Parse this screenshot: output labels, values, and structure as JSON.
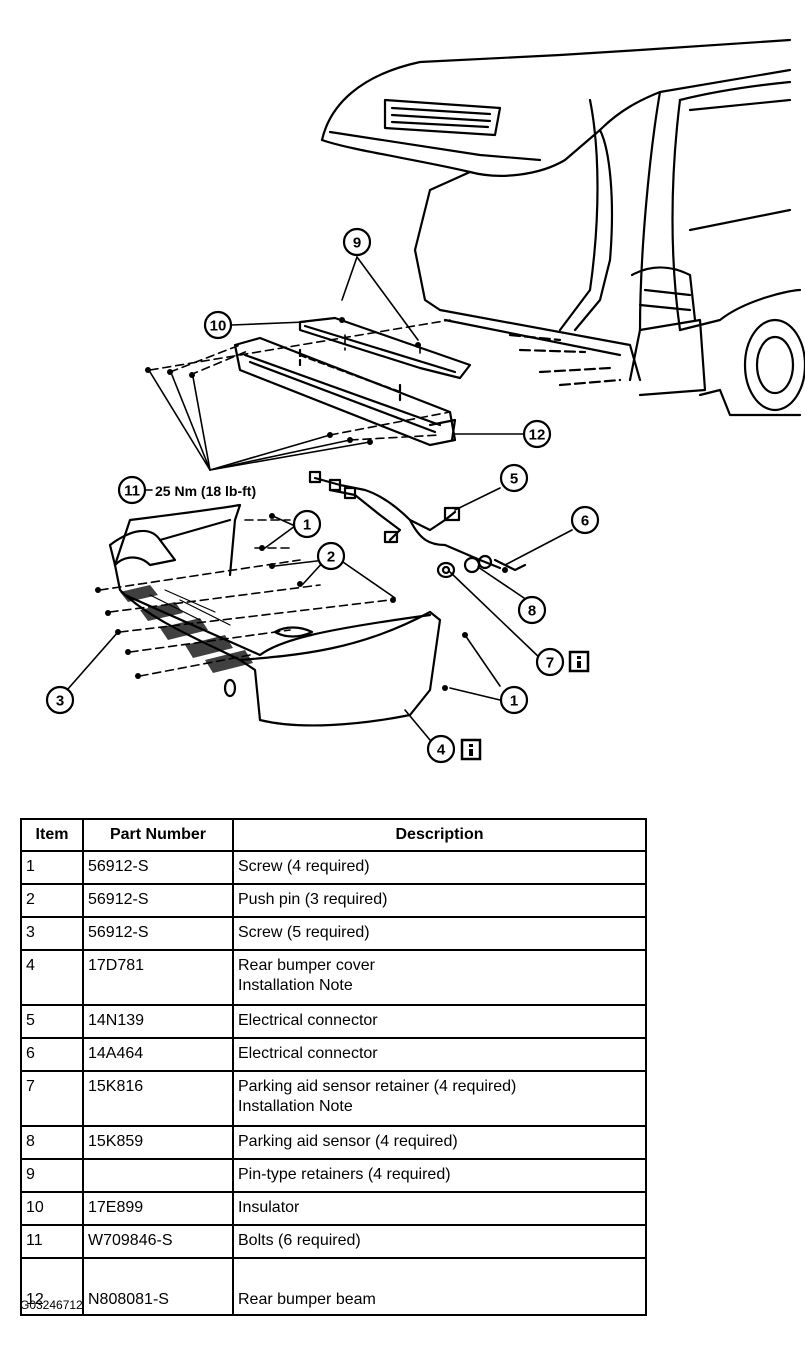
{
  "diagram": {
    "callouts": {
      "c1a": "1",
      "c1b": "1",
      "c2": "2",
      "c3": "3",
      "c4": "4",
      "c5": "5",
      "c6": "6",
      "c7": "7",
      "c8": "8",
      "c9": "9",
      "c10": "10",
      "c11": "11",
      "c12": "12"
    },
    "torque_spec": "25 Nm (18 lb-ft)",
    "info_icon": "info-box-icon"
  },
  "table": {
    "headers": {
      "item": "Item",
      "part_number": "Part Number",
      "description": "Description"
    },
    "rows": [
      {
        "item": "1",
        "part_number": "56912-S",
        "description": [
          "Screw (4 required)"
        ]
      },
      {
        "item": "2",
        "part_number": "56912-S",
        "description": [
          "Push pin (3 required)"
        ]
      },
      {
        "item": "3",
        "part_number": "56912-S",
        "description": [
          "Screw (5 required)"
        ]
      },
      {
        "item": "4",
        "part_number": "17D781",
        "description": [
          "Rear bumper cover",
          "Installation Note"
        ]
      },
      {
        "item": "5",
        "part_number": "14N139",
        "description": [
          "Electrical connector"
        ]
      },
      {
        "item": "6",
        "part_number": "14A464",
        "description": [
          "Electrical connector"
        ]
      },
      {
        "item": "7",
        "part_number": "15K816",
        "description": [
          "Parking aid sensor retainer (4 required)",
          "Installation Note"
        ]
      },
      {
        "item": "8",
        "part_number": "15K859",
        "description": [
          "Parking aid sensor (4 required)"
        ]
      },
      {
        "item": "9",
        "part_number": "",
        "description": [
          "Pin-type retainers (4 required)"
        ]
      },
      {
        "item": "10",
        "part_number": "17E899",
        "description": [
          "Insulator"
        ]
      },
      {
        "item": "11",
        "part_number": "W709846-S",
        "description": [
          "Bolts (6 required)"
        ]
      },
      {
        "item": "12",
        "part_number": "N808081-S",
        "description": [
          "Rear bumper beam"
        ]
      }
    ]
  },
  "figure_id": "G03246712"
}
